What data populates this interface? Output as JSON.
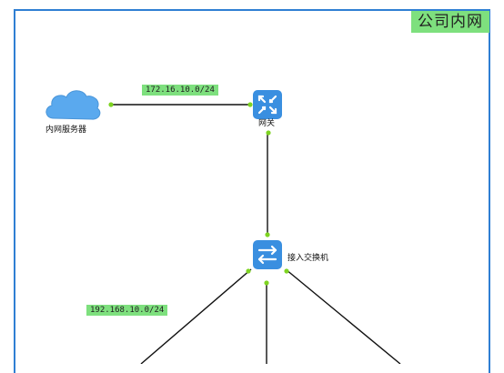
{
  "diagram": {
    "title": "公司内网",
    "nodes": {
      "server": {
        "label": "内网服务器",
        "icon": "cloud-icon"
      },
      "gateway": {
        "label": "网关",
        "icon": "router-icon"
      },
      "switch": {
        "label": "接入交换机",
        "icon": "switch-icon"
      }
    },
    "networks": {
      "top": "172.16.10.0/24",
      "bottom": "192.168.10.0/24"
    },
    "colors": {
      "frame": "#2f7fd3",
      "tag_bg": "#7ee07e",
      "device": "#3a8fe0",
      "cloud": "#5aa9ee",
      "port": "#7ed321"
    }
  }
}
